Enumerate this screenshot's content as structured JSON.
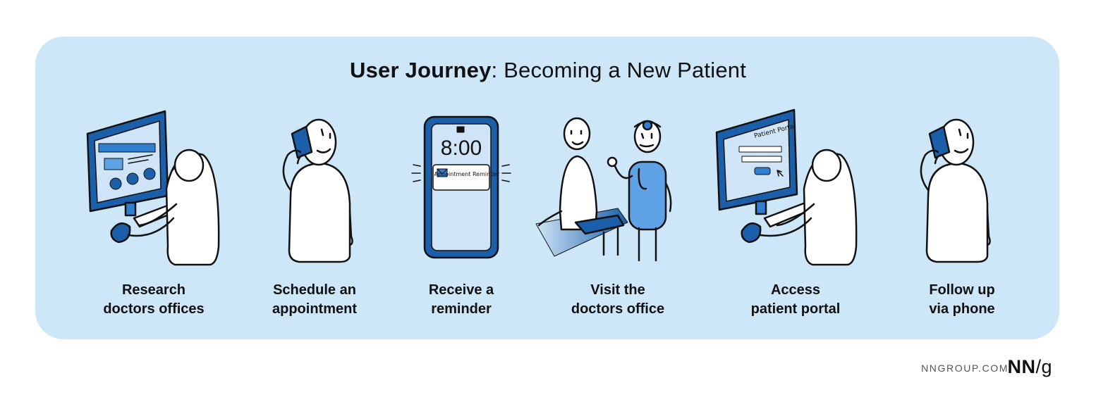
{
  "title": {
    "bold": "User Journey",
    "rest": ": Becoming a New Patient"
  },
  "steps": [
    {
      "line1": "Research",
      "line2": "doctors offices",
      "icon": "computer-research-icon"
    },
    {
      "line1": "Schedule an",
      "line2": "appointment",
      "icon": "phone-call-icon"
    },
    {
      "line1": "Receive a",
      "line2": "reminder",
      "icon": "phone-reminder-icon",
      "phone_time": "8:00",
      "notification": "Appointment Reminder"
    },
    {
      "line1": "Visit the",
      "line2": "doctors office",
      "icon": "doctor-visit-icon"
    },
    {
      "line1": "Access",
      "line2": "patient portal",
      "icon": "patient-portal-icon",
      "portal_title": "Patient Portal"
    },
    {
      "line1": "Follow up",
      "line2": "via phone",
      "icon": "phone-followup-icon"
    }
  ],
  "footer": {
    "site": "NNGROUP.COM",
    "logo_nn": "NN",
    "logo_slash": "/",
    "logo_g": "g"
  },
  "colors": {
    "panel": "#cde6f8",
    "accent": "#2f7fd1",
    "dark_blue": "#1b5faa",
    "ink": "#111111"
  }
}
